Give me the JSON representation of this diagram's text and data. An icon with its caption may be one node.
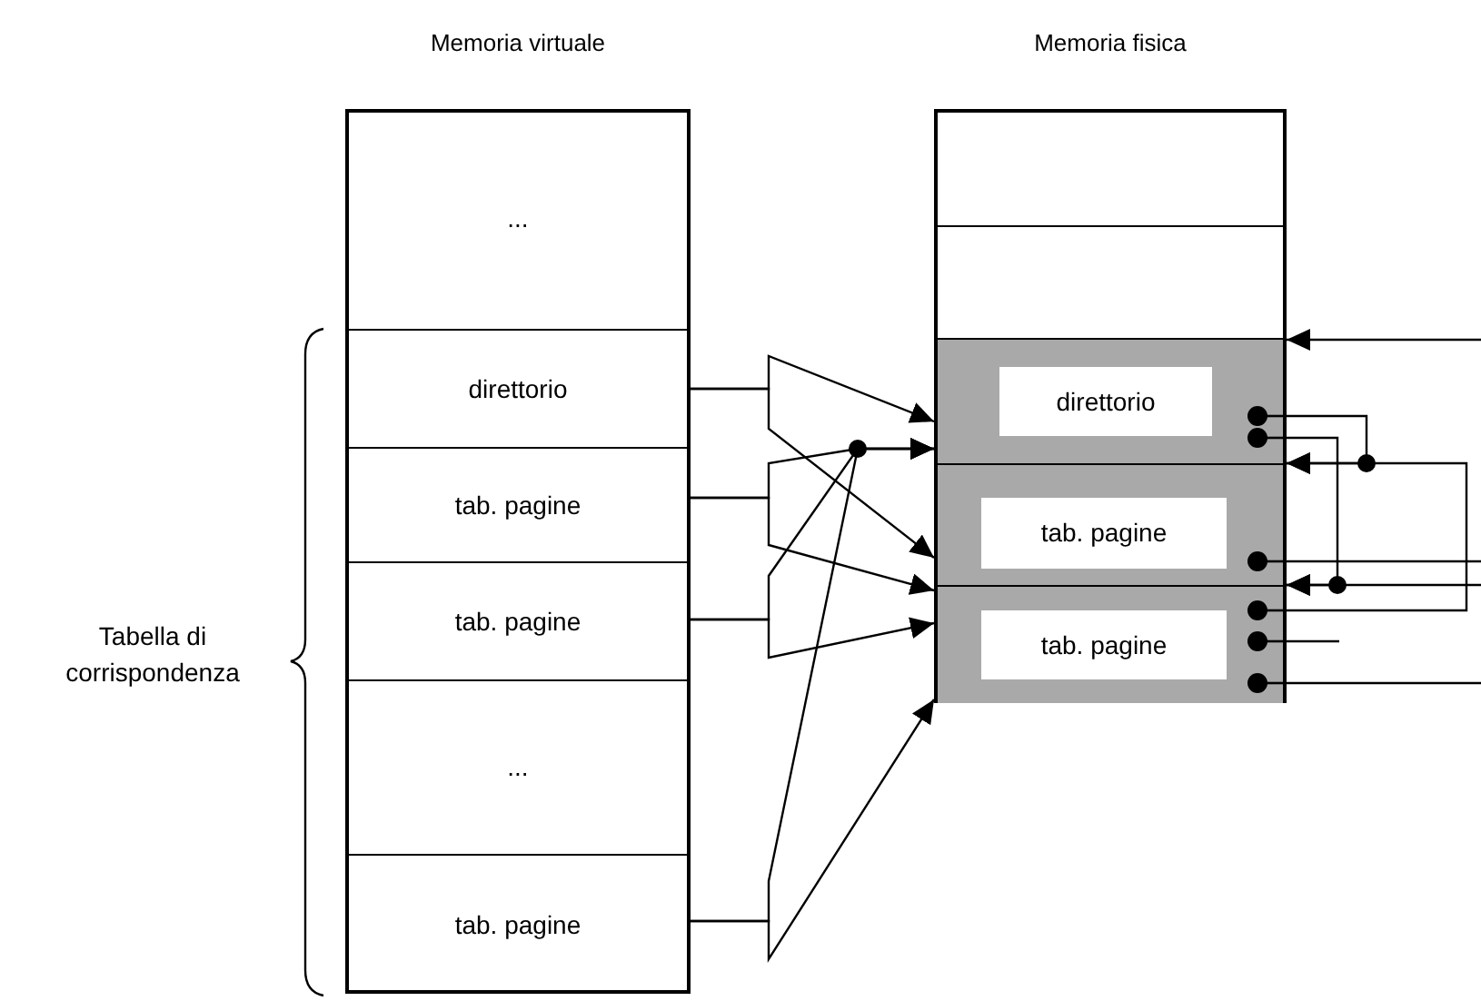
{
  "diagram": {
    "nodes": [
      {
        "text": [
          "Memoria virtuale"
        ]
      },
      {
        "text": [
          "..."
        ],
        "in": 0
      },
      {
        "text": [
          "direttorio"
        ],
        "in": 0
      },
      {
        "text": [
          "tab. pagine"
        ],
        "in": 0
      },
      {
        "text": [
          "tab. pagine"
        ],
        "in": 0
      },
      {
        "text": [
          "..."
        ],
        "in": 0
      },
      {
        "text": [
          "tab. pagine"
        ],
        "in": 0
      },
      {
        "text": [
          "Memoria fisica"
        ]
      },
      {
        "text": [],
        "shape": "box",
        "in": 7
      },
      {
        "text": [],
        "shape": "box",
        "in": 7
      },
      {
        "text": [
          "direttorio"
        ],
        "in": 7
      },
      {
        "text": [
          "tab. pagine"
        ],
        "in": 7
      },
      {
        "text": [
          "tab. pagine"
        ],
        "in": 7
      }
    ],
    "edges": [
      {
        "from": 2,
        "to": 10,
        "arrow": "to"
      },
      {
        "from": 2,
        "to": 11,
        "arrow": "to"
      },
      {
        "from": 3,
        "to": 10,
        "arrow": "to"
      },
      {
        "from": 3,
        "to": 12,
        "arrow": "to"
      },
      {
        "from": 4,
        "to": 10,
        "arrow": "to"
      },
      {
        "from": 4,
        "to": 12,
        "arrow": "to"
      },
      {
        "from": 6,
        "to": 10,
        "arrow": "to"
      },
      {
        "from": 6,
        "to": 12,
        "arrow": "to"
      },
      {
        "from": null,
        "to": 10,
        "arrow": "to"
      },
      {
        "from": 10,
        "to": 11,
        "arrow": "to"
      },
      {
        "from": 12,
        "to": 11,
        "arrow": "to"
      },
      {
        "from": 10,
        "to": 12,
        "arrow": "to"
      },
      {
        "from": null,
        "to": 12,
        "arrow": "to"
      },
      {
        "from": 11,
        "to": null,
        "arrow": "other"
      },
      {
        "from": 12,
        "to": null,
        "arrow": "other"
      },
      {
        "from": 12,
        "to": null,
        "arrow": "other"
      }
    ],
    "labels": [
      "Tabella di corrispondenza"
    ]
  }
}
